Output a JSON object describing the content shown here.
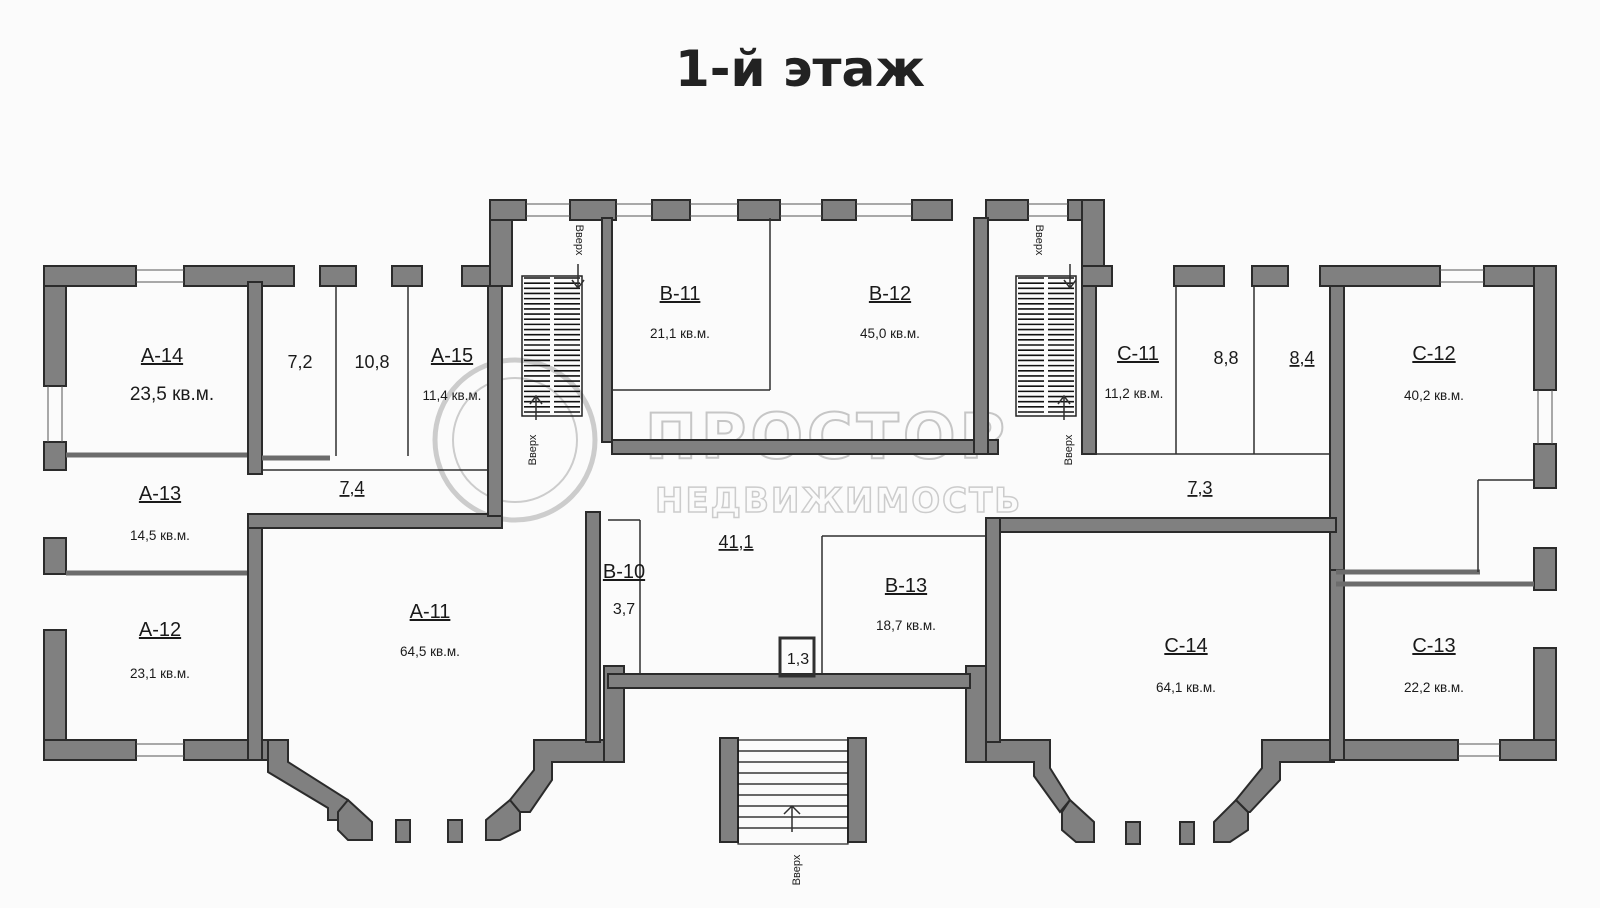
{
  "title": "1-й этаж",
  "watermark": {
    "line1": "ПРОСТОР",
    "line2": "НЕДВИЖИМОСТЬ"
  },
  "stair_label": "Вверх",
  "rooms": {
    "a14": {
      "name": "А-14",
      "area": "23,5 кв.м."
    },
    "a13": {
      "name": "А-13",
      "area": "14,5 кв.м."
    },
    "a12": {
      "name": "А-12",
      "area": "23,1 кв.м."
    },
    "a11": {
      "name": "А-11",
      "area": "64,5 кв.м."
    },
    "a15": {
      "name": "А-15",
      "area": "11,4 кв.м."
    },
    "b10": {
      "name": "В-10",
      "area": "3,7"
    },
    "b11": {
      "name": "В-11",
      "area": "21,1 кв.м."
    },
    "b12": {
      "name": "В-12",
      "area": "45,0 кв.м."
    },
    "b13": {
      "name": "В-13",
      "area": "18,7 кв.м."
    },
    "c11": {
      "name": "С-11",
      "area": "11,2 кв.м."
    },
    "c12": {
      "name": "С-12",
      "area": "40,2 кв.м."
    },
    "c13": {
      "name": "С-13",
      "area": "22,2 кв.м."
    },
    "c14": {
      "name": "С-14",
      "area": "64,1 кв.м."
    }
  },
  "small_areas": {
    "r72": "7,2",
    "r108": "10,8",
    "r74": "7,4",
    "r411": "41,1",
    "r13": "1,3",
    "r88": "8,8",
    "r84": "8,4",
    "r73": "7,3"
  },
  "colors": {
    "wall": "#808080",
    "outline": "#2b2b2b",
    "paper": "#fbfbfb"
  }
}
